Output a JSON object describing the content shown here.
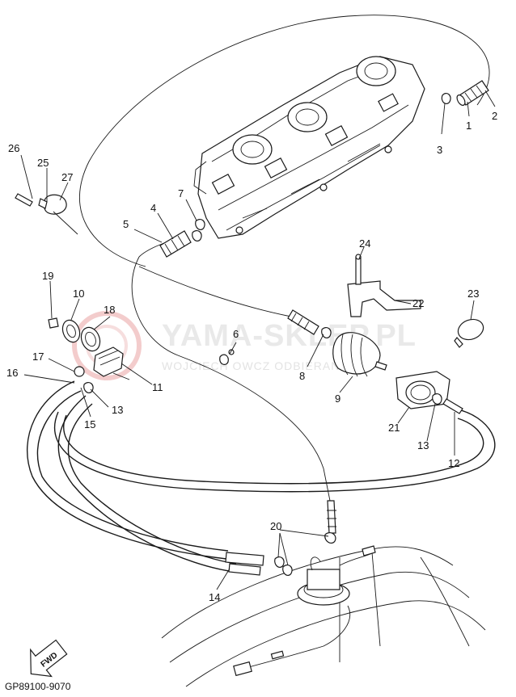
{
  "watermark": {
    "title": "YAMA-SKLEP.PL",
    "subtitle": "WOJCIECH OWCZ ODBIERANIA"
  },
  "drawing_code": "GP89100-9070",
  "direction_label": "FWD",
  "callouts": [
    "1",
    "2",
    "3",
    "4",
    "5",
    "6",
    "7",
    "8",
    "9",
    "10",
    "11",
    "12",
    "13",
    "13",
    "14",
    "15",
    "16",
    "17",
    "18",
    "19",
    "20",
    "21",
    "22",
    "23",
    "24",
    "25",
    "26",
    "27"
  ]
}
